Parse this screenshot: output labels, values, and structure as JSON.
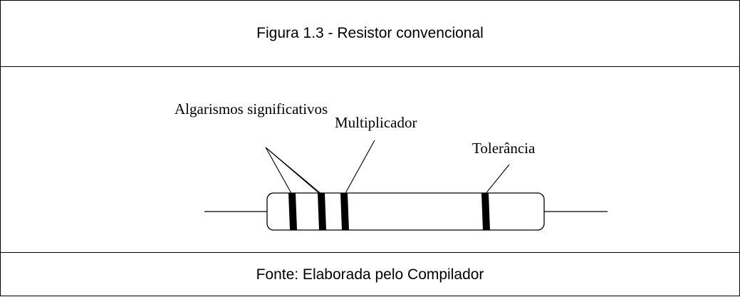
{
  "caption": {
    "title": "Figura 1.3 - Resistor convencional",
    "source": "Fonte: Elaborada pelo Compilador"
  },
  "diagram": {
    "labels": {
      "significant_digits": "Algarismos significativos",
      "multiplier": "Multiplicador",
      "tolerance": "Tolerância"
    },
    "band_color": "#000000",
    "body_color": "#ffffff"
  }
}
